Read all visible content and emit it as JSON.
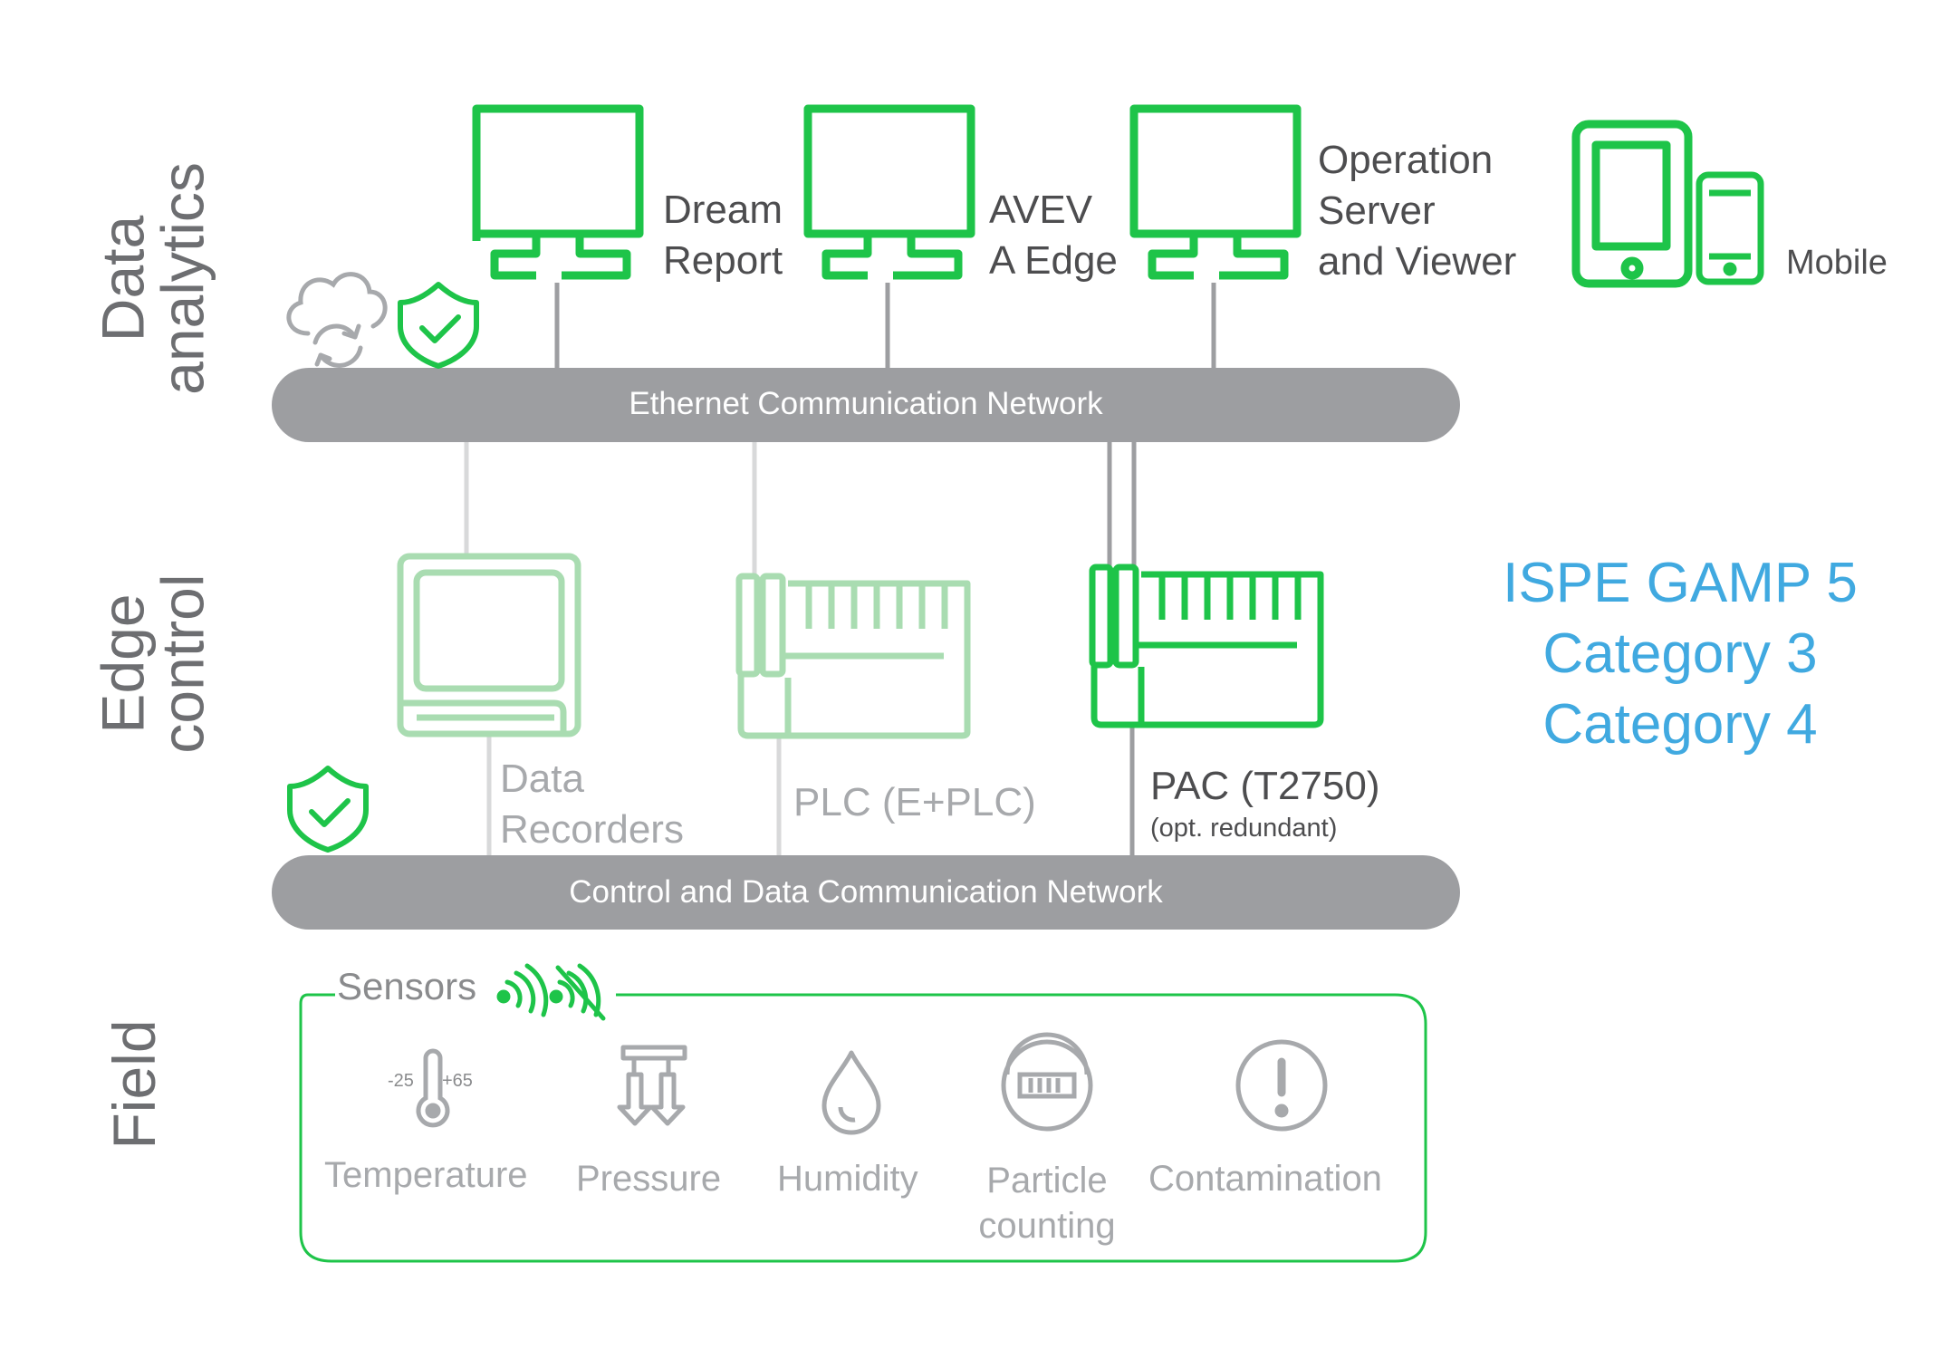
{
  "tiers": {
    "analytics": {
      "line1": "Data",
      "line2": "analytics"
    },
    "edge": {
      "line1": "Edge",
      "line2": "control"
    },
    "field": {
      "line1": "Field"
    }
  },
  "networks": {
    "ethernet": "Ethernet Communication Network",
    "control": "Control and Data Communication Network"
  },
  "apps": [
    {
      "line1": "Dream",
      "line2": "Report"
    },
    {
      "line1": "AVEV",
      "line2": "A Edge"
    },
    {
      "line1": "Operation",
      "line2": "Server",
      "line3": "and Viewer"
    }
  ],
  "mobile": {
    "label": "Mobile"
  },
  "devices": {
    "recorders": {
      "line1": "Data",
      "line2": "Recorders"
    },
    "plc": {
      "label": "PLC (E+PLC)"
    },
    "pac": {
      "label": "PAC (T2750)",
      "note": "(opt. redundant)"
    }
  },
  "compliance": {
    "line1": "ISPE GAMP 5",
    "line2": "Category 3",
    "line3": "Category 4"
  },
  "field": {
    "group_label": "Sensors",
    "thermometer_low": "-25",
    "thermometer_high": "+65",
    "sensors": [
      {
        "label": "Temperature"
      },
      {
        "label": "Pressure"
      },
      {
        "label": "Humidity"
      },
      {
        "line1": "Particle",
        "line2": "counting"
      },
      {
        "label": "Contamination"
      }
    ]
  },
  "colors": {
    "green": "#1ec449",
    "light_green": "#a9dcb1",
    "bus_gray": "#9d9ea1",
    "text_gray": "#6d6e71",
    "blue": "#40a9e0"
  }
}
